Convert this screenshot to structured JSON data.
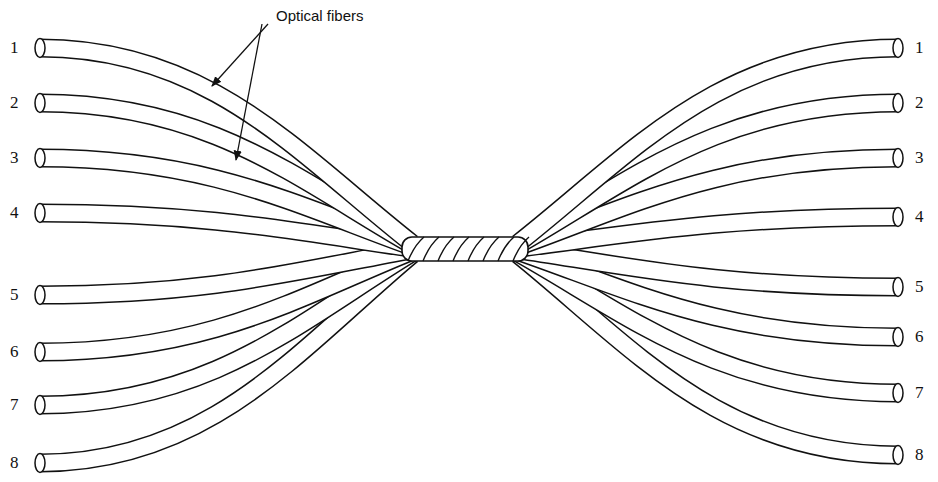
{
  "diagram": {
    "labels": [
      "Optical fibers",
      "1",
      "2",
      "3",
      "4",
      "5",
      "6",
      "7",
      "8",
      "1",
      "2",
      "3",
      "4",
      "5",
      "6",
      "7",
      "8"
    ]
  }
}
